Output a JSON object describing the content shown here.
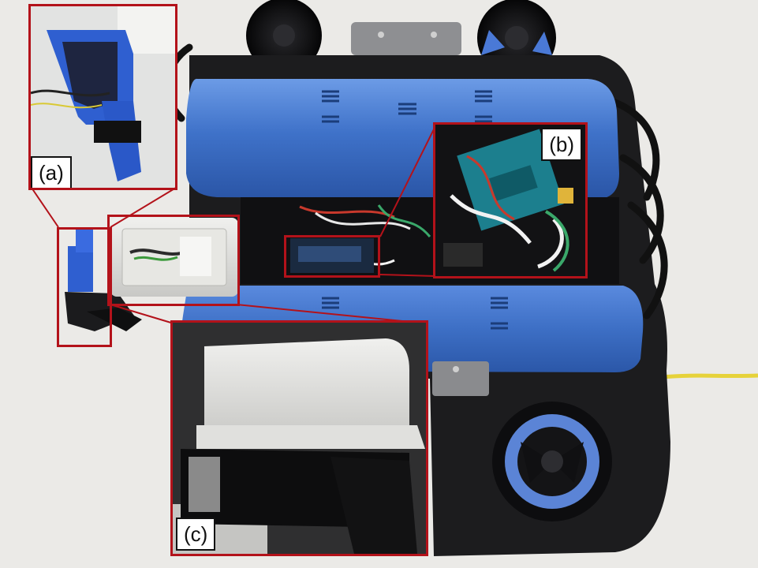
{
  "labels": {
    "a": "(a)",
    "b": "(b)",
    "c": "(c)"
  },
  "colors": {
    "frame": "#b3121a",
    "rov_blue": "#3f72c9",
    "chassis": "#1c1c1e",
    "tether": "#e6d23a",
    "gripper_blue": "#2f5fd0",
    "enclosure_grey": "#d9d9d6"
  }
}
